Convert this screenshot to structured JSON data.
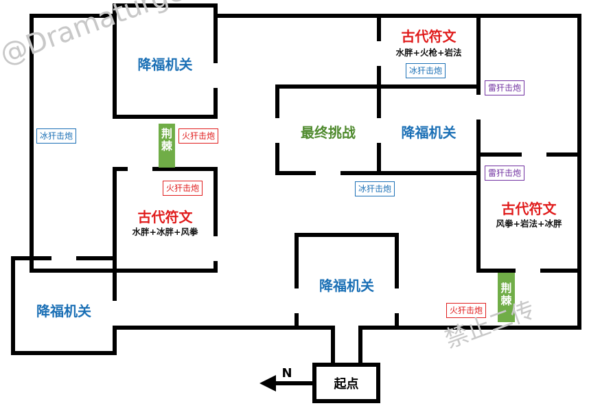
{
  "rooms": {
    "blessing_top": "降福机关",
    "blessing_center": "降福机关",
    "blessing_bottom": "降福机关",
    "blessing_left": "降福机关",
    "final_challenge": "最终挑战",
    "rune_top": "古代符文",
    "rune_left": "古代符文",
    "rune_right": "古代符文",
    "start": "起点"
  },
  "rune_combos": {
    "rune_top": "水胖+火枪+岩法",
    "rune_left": "水胖+冰胖+风拳",
    "rune_right": "风拳+岩法+冰胖"
  },
  "enemy_tags": [
    {
      "id": "ice-cannon-left",
      "text": "冰犴击炮",
      "element": "ice"
    },
    {
      "id": "fire-cannon-mid",
      "text": "火犴击炮",
      "element": "fire"
    },
    {
      "id": "fire-cannon-rune",
      "text": "火犴击炮",
      "element": "fire"
    },
    {
      "id": "ice-cannon-rune-top",
      "text": "冰犴击炮",
      "element": "ice"
    },
    {
      "id": "thunder-cannon-top",
      "text": "雷犴击炮",
      "element": "thunder"
    },
    {
      "id": "thunder-cannon-right",
      "text": "雷犴击炮",
      "element": "thunder"
    },
    {
      "id": "ice-cannon-center",
      "text": "冰犴击炮",
      "element": "ice"
    },
    {
      "id": "fire-cannon-bottom",
      "text": "火犴击炮",
      "element": "fire"
    }
  ],
  "thorns": {
    "label": "荆棘"
  },
  "compass": {
    "north": "N"
  },
  "watermarks": {
    "top_left": "@Dramaturge",
    "bottom_right": "禁止二传"
  },
  "colors": {
    "wall": "#000000",
    "blessing": "#1a6fb5",
    "rune": "#e01b1b",
    "final": "#4f8a2e",
    "thorn_bg": "#70ad47",
    "thunder": "#7030a0"
  }
}
